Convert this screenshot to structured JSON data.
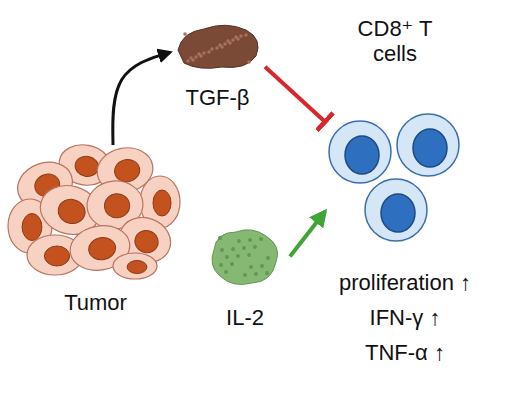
{
  "diagram": {
    "nodes": [
      {
        "text": [
          "Tumor"
        ]
      },
      {
        "text": [
          "TGF-β"
        ]
      },
      {
        "text": [
          "CD8⁺ T cells"
        ]
      },
      {
        "text": [
          "IL-2"
        ]
      }
    ],
    "edges": [
      {
        "from": 0,
        "to": 1,
        "arrow": "to"
      },
      {
        "from": 1,
        "to": 2,
        "arrow": "to"
      },
      {
        "from": 3,
        "to": 2,
        "arrow": "to"
      }
    ],
    "labels": [
      "proliferation ↑",
      "IFN-γ ↑",
      "TNF-α ↑"
    ]
  }
}
